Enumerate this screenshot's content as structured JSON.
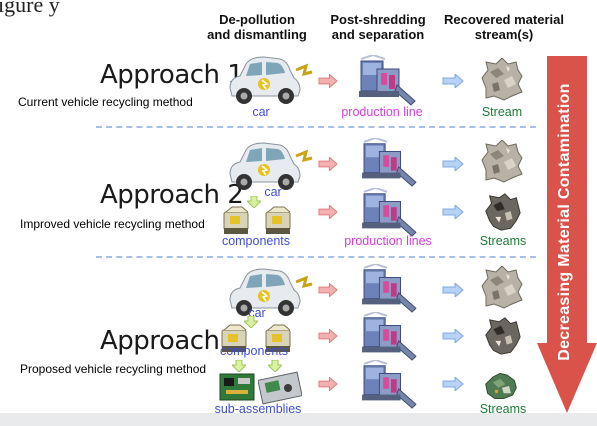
{
  "cut_title": "igure y",
  "columns": {
    "col1": "De-pollution\nand dismantling",
    "col2": "Post-shredding\nand separation",
    "col3": "Recovered material\nstream(s)"
  },
  "approaches": [
    {
      "title": "Approach 1",
      "method": "Current vehicle recycling method"
    },
    {
      "title": "Approach 2",
      "method": "Improved vehicle recycling method"
    },
    {
      "title": "Approach 3",
      "method": "Proposed vehicle recycling method"
    }
  ],
  "labels": {
    "car": "car",
    "components": "components",
    "sub_assemblies": "sub-assemblies",
    "production_line": "production line",
    "production_lines": "production lines",
    "stream": "Stream",
    "streams": "Streams"
  },
  "side_arrow_text": "Decreasing Material Contamination",
  "colors": {
    "blue_label": "#3f4ed3",
    "pink_label": "#d33ce0",
    "green_label": "#1c7a3a",
    "side_arrow": "#d9534a"
  }
}
